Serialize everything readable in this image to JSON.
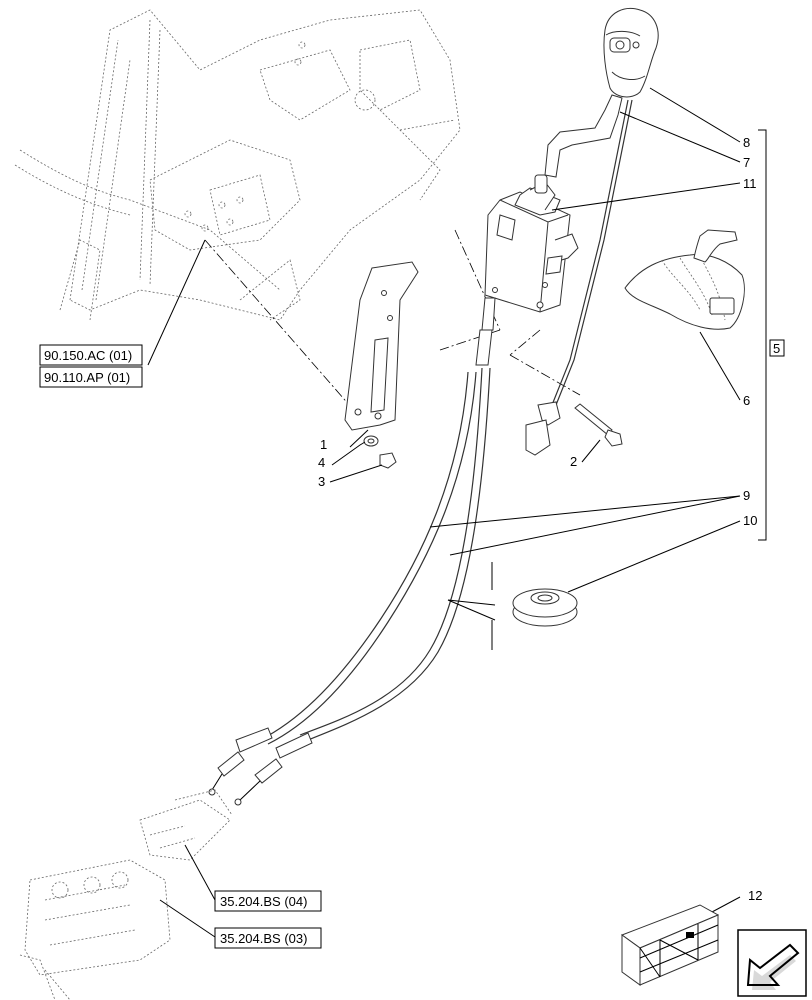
{
  "callouts": {
    "c1": "1",
    "c2": "2",
    "c3": "3",
    "c4": "4",
    "c6": "6",
    "c7": "7",
    "c8": "8",
    "c9": "9",
    "c10": "10",
    "c11": "11",
    "c12": "12",
    "group": "5"
  },
  "references": {
    "r1": "90.150.AC (01)",
    "r2": "90.110.AP (01)",
    "r3": "35.204.BS (04)",
    "r4": "35.204.BS (03)"
  },
  "icons": {
    "crate": "packaging-crate-icon",
    "nav": "navigation-arrow-icon"
  }
}
